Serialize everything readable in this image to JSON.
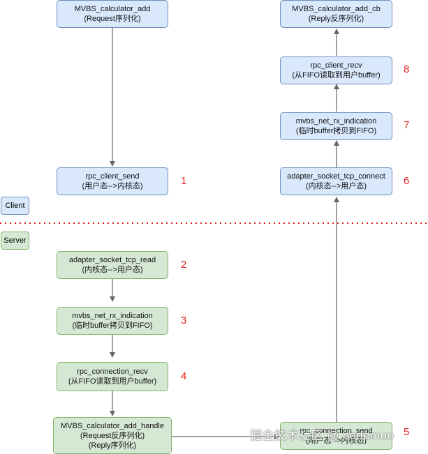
{
  "labels": {
    "client": "Client",
    "server": "Server"
  },
  "nodes": {
    "calc_add": {
      "line1": "MVBS_calculator_add",
      "line2": "(Request序列化)"
    },
    "client_send": {
      "line1": "rpc_client_send",
      "line2": "(用户态-->内核态)"
    },
    "tcp_read": {
      "line1": "adapter_socket_tcp_read",
      "line2": "(内核态-->用户态)"
    },
    "srv_rx": {
      "line1": "mvbs_net_rx_indication",
      "line2": "(临时buffer拷贝到FIFO)"
    },
    "conn_recv": {
      "line1": "rpc_connection_recv",
      "line2": "(从FIFO读取到用户buffer)"
    },
    "add_handle": {
      "line1": "MVBS_calculator_add_handle",
      "line2": "(Request反序列化)",
      "line3": "(Reply序列化)"
    },
    "conn_send": {
      "line1": "rpc_connection_send",
      "line2": "(用户态-->内核态)"
    },
    "tcp_connect": {
      "line1": "adapter_socket_tcp_connect",
      "line2": "(内核态-->用户态)"
    },
    "cli_rx": {
      "line1": "mvbs_net_rx_indication",
      "line2": "(临时buffer拷贝到FIFO)"
    },
    "client_recv": {
      "line1": "rpc_client_recv",
      "line2": "(从FIFO读取到用户buffer)"
    },
    "add_cb": {
      "line1": "MVBS_calculator_add_cb",
      "line2": "(Reply反序列化)"
    }
  },
  "steps": {
    "s1": "1",
    "s2": "2",
    "s3": "3",
    "s4": "4",
    "s5": "5",
    "s6": "6",
    "s7": "7",
    "s8": "8"
  },
  "watermark": "掘金技术社区 @ codemuo",
  "colors": {
    "client_fill": "#dae8fc",
    "client_border": "#6c8ebf",
    "server_fill": "#d5e8d4",
    "server_border": "#82b366",
    "divider": "#e02020",
    "step_number": "#e02020"
  }
}
